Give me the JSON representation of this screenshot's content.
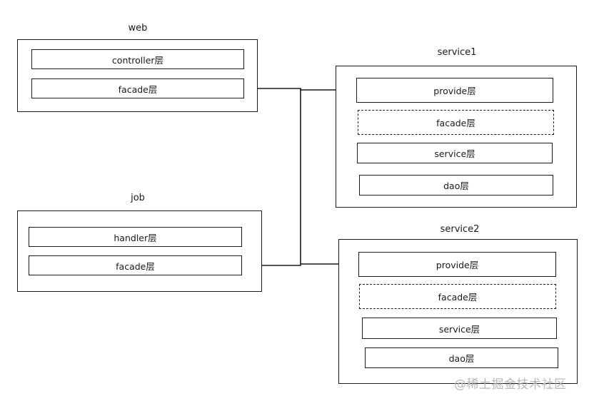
{
  "web": {
    "title": "web",
    "controller_layer": "controller层",
    "facade_layer": "facade层"
  },
  "job": {
    "title": "job",
    "handler_layer": "handler层",
    "facade_layer": "facade层"
  },
  "service1": {
    "title": "service1",
    "provide_layer": "provide层",
    "facade_layer": "facade层",
    "service_layer": "service层",
    "dao_layer": "dao层"
  },
  "service2": {
    "title": "service2",
    "provide_layer": "provide层",
    "facade_layer": "facade层",
    "service_layer": "service层",
    "dao_layer": "dao层"
  },
  "watermark": "@稀土掘金技术社区"
}
